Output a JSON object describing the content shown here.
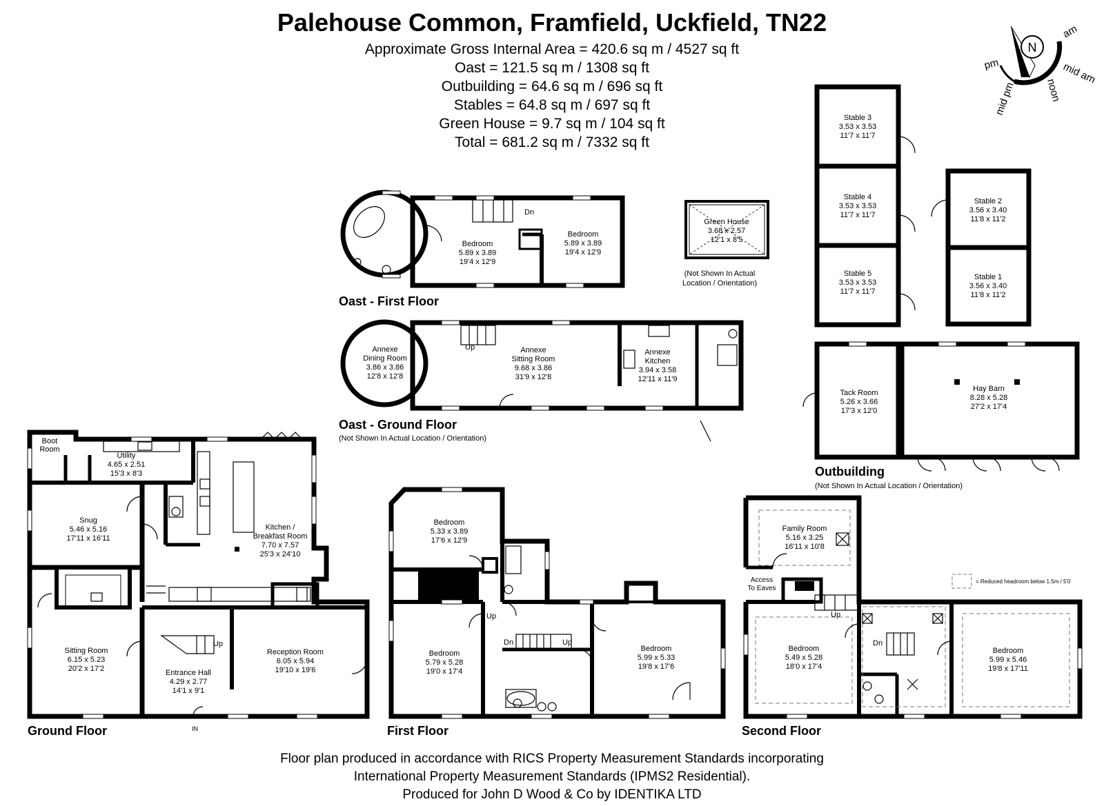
{
  "title": "Palehouse Common, Framfield, Uckfield, TN22",
  "areas": [
    "Approximate Gross Internal Area = 420.6 sq m / 4527 sq ft",
    "Oast = 121.5 sq m / 1308 sq ft",
    "Outbuilding = 64.6 sq m / 696 sq ft",
    "Stables = 64.8 sq m / 697 sq ft",
    "Green House = 9.7 sq m / 104 sq ft",
    "Total = 681.2 sq m / 7332 sq ft"
  ],
  "compass": {
    "north": "N",
    "am": "am",
    "mid_am": "mid am",
    "noon": "noon",
    "mid_pm": "mid pm",
    "pm": "pm"
  },
  "floors": {
    "oast_first": "Oast - First Floor",
    "oast_ground": "Oast - Ground Floor",
    "oast_ground_note": "(Not Shown In Actual Location / Orientation)",
    "outbuilding": "Outbuilding",
    "outbuilding_note": "(Not Shown In Actual Location / Orientation)",
    "ground": "Ground Floor",
    "first": "First Floor",
    "second": "Second Floor",
    "greenhouse_note_1": "(Not Shown In Actual",
    "greenhouse_note_2": "Location / Orientation)"
  },
  "legend": {
    "reduced_headroom": "= Reduced headroom below 1.5m / 5'0"
  },
  "markers": {
    "up": "Up",
    "dn": "Dn",
    "in": "IN",
    "access_1": "Access",
    "access_2": "To Eaves"
  },
  "rooms": {
    "oast_bed1": {
      "name": "Bedroom",
      "m": "5.89 x 3.89",
      "ft": "19'4 x 12'9"
    },
    "oast_bed2": {
      "name": "Bedroom",
      "m": "5.89 x 3.89",
      "ft": "19'4 x 12'9"
    },
    "annexe_dining": {
      "name": "Annexe",
      "name2": "Dining Room",
      "m": "3.86 x 3.86",
      "ft": "12'8 x 12'8"
    },
    "annexe_sitting": {
      "name": "Annexe",
      "name2": "Sitting Room",
      "m": "9.68 x 3.86",
      "ft": "31'9 x 12'8"
    },
    "annexe_kitchen": {
      "name": "Annexe",
      "name2": "Kitchen",
      "m": "3.94 x 3.58",
      "ft": "12'11 x 11'9"
    },
    "green_house": {
      "name": "Green House",
      "m": "3.68 x 2.57",
      "ft": "12'1 x 8'5"
    },
    "stable3": {
      "name": "Stable 3",
      "m": "3.53 x 3.53",
      "ft": "11'7 x 11'7"
    },
    "stable4": {
      "name": "Stable 4",
      "m": "3.53 x 3.53",
      "ft": "11'7 x 11'7"
    },
    "stable5": {
      "name": "Stable 5",
      "m": "3.53 x 3.53",
      "ft": "11'7 x 11'7"
    },
    "stable2": {
      "name": "Stable 2",
      "m": "3.56 x 3.40",
      "ft": "11'8 x 11'2"
    },
    "stable1": {
      "name": "Stable 1",
      "m": "3.56 x 3.40",
      "ft": "11'8 x 11'2"
    },
    "tack_room": {
      "name": "Tack Room",
      "m": "5.26 x 3.66",
      "ft": "17'3 x 12'0"
    },
    "hay_barn": {
      "name": "Hay Barn",
      "m": "8.28 x 5.28",
      "ft": "27'2 x 17'4"
    },
    "boot_room": {
      "name": "Boot",
      "name2": "Room"
    },
    "utility": {
      "name": "Utility",
      "m": "4.65 x 2.51",
      "ft": "15'3 x 8'3"
    },
    "snug": {
      "name": "Snug",
      "m": "5.46 x 5.16",
      "ft": "17'11 x 16'11"
    },
    "kitchen": {
      "name": "Kitchen /",
      "name2": "Breakfast Room",
      "m": "7.70 x 7.57",
      "ft": "25'3 x 24'10"
    },
    "sitting_room": {
      "name": "Sitting Room",
      "m": "6.15 x 5.23",
      "ft": "20'2 x 17'2"
    },
    "entrance_hall": {
      "name": "Entrance Hall",
      "m": "4.29 x 2.77",
      "ft": "14'1 x 9'1"
    },
    "reception_room": {
      "name": "Reception Room",
      "m": "6.05 x 5.94",
      "ft": "19'10 x 19'6"
    },
    "ff_bed_top": {
      "name": "Bedroom",
      "m": "5.33 x 3.89",
      "ft": "17'6 x 12'9"
    },
    "ff_bed_left": {
      "name": "Bedroom",
      "m": "5.79 x 5.28",
      "ft": "19'0 x 17'4"
    },
    "ff_bed_right": {
      "name": "Bedroom",
      "m": "5.99 x 5.33",
      "ft": "19'8 x 17'6"
    },
    "family_room": {
      "name": "Family Room",
      "m": "5.16 x 3.25",
      "ft": "16'11 x 10'8"
    },
    "sf_bed_left": {
      "name": "Bedroom",
      "m": "5.49 x 5.28",
      "ft": "18'0 x 17'4"
    },
    "sf_bed_right": {
      "name": "Bedroom",
      "m": "5.99 x 5.46",
      "ft": "19'8 x 17'11"
    }
  },
  "footer": [
    "Floor plan produced in accordance with RICS Property Measurement Standards incorporating",
    "International Property Measurement Standards (IPMS2 Residential).",
    "Produced for John D Wood & Co by IDENTIKA LTD"
  ]
}
